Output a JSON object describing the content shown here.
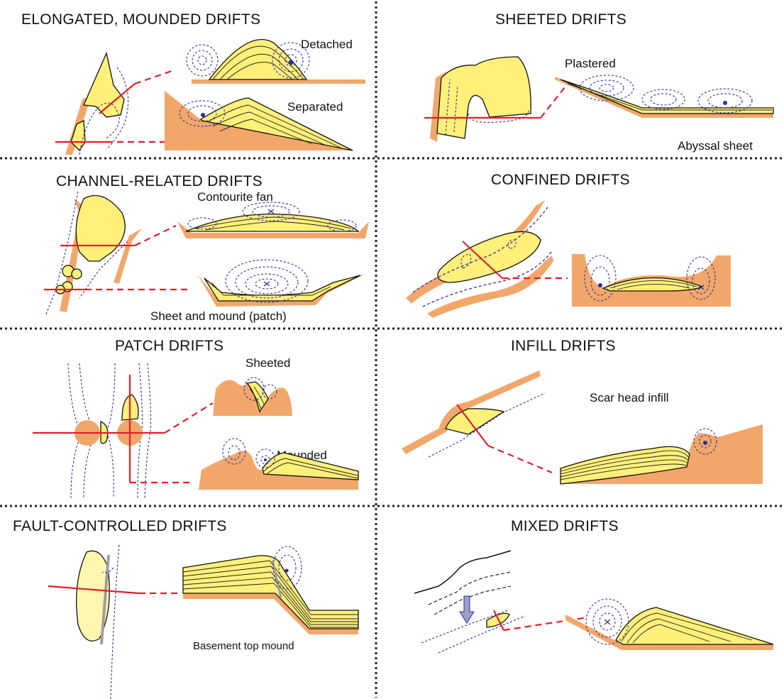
{
  "panels": [
    {
      "id": "elongated",
      "title": "ELONGATED, MOUNDED DRIFTS",
      "labels": [
        "Detached",
        "Separated"
      ]
    },
    {
      "id": "sheeted",
      "title": "SHEETED DRIFTS",
      "labels": [
        "Plastered",
        "Abyssal sheet"
      ]
    },
    {
      "id": "channel",
      "title": "CHANNEL-RELATED DRIFTS",
      "labels": [
        "Contourite fan",
        "Sheet and mound (patch)"
      ]
    },
    {
      "id": "confined",
      "title": "CONFINED DRIFTS",
      "labels": []
    },
    {
      "id": "patch",
      "title": "PATCH DRIFTS",
      "labels": [
        "Sheeted",
        "Mounded"
      ]
    },
    {
      "id": "infill",
      "title": "INFILL DRIFTS",
      "labels": [
        "Scar head infill"
      ]
    },
    {
      "id": "fault",
      "title": "FAULT-CONTROLLED  DRIFTS",
      "labels": [
        "Basement top mound"
      ]
    },
    {
      "id": "mixed",
      "title": "MIXED DRIFTS",
      "labels": []
    }
  ],
  "colors": {
    "slope": "#F2A76A",
    "sediment": "#FFF07A",
    "sediment_light": "#FFF6B0",
    "current": "#2E2E9E",
    "section_line": "#E0202A",
    "divider": "#222222"
  }
}
